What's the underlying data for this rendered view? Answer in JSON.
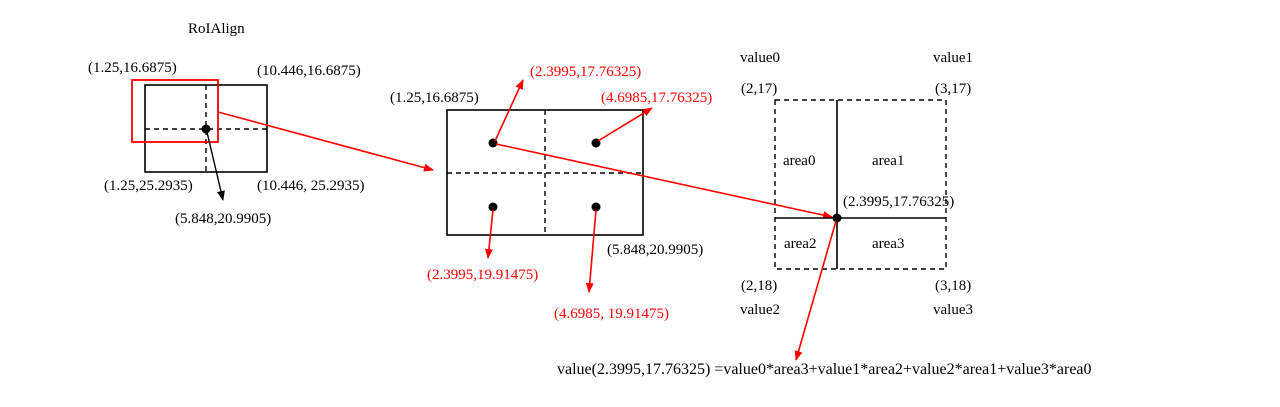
{
  "title": "RoIAlign",
  "left_panel": {
    "top_left": "(1.25,16.6875)",
    "top_right": "(10.446,16.6875)",
    "bottom_left": "(1.25,25.2935)",
    "bottom_right": "(10.446, 25.2935)",
    "center": "(5.848,20.9905)"
  },
  "middle_panel": {
    "top_left": "(1.25,16.6875)",
    "bottom_right": "(5.848,20.9905)",
    "sample_tl": "(2.3995,17.76325)",
    "sample_tr": "(4.6985,17.76325)",
    "sample_bl": "(2.3995,19.91475)",
    "sample_br": "(4.6985, 19.91475)"
  },
  "right_panel": {
    "value0": "value0",
    "value1": "value1",
    "value2": "value2",
    "value3": "value3",
    "corner_tl": "(2,17)",
    "corner_tr": "(3,17)",
    "corner_bl": "(2,18)",
    "corner_br": "(3,18)",
    "area0": "area0",
    "area1": "area1",
    "area2": "area2",
    "area3": "area3",
    "point": "(2.3995,17.76325)"
  },
  "formula": "value(2.3995,17.76325) =value0*area3+value1*area2+value2*area1+value3*area0",
  "colors": {
    "highlight": "#ff0000",
    "line": "#000000"
  }
}
